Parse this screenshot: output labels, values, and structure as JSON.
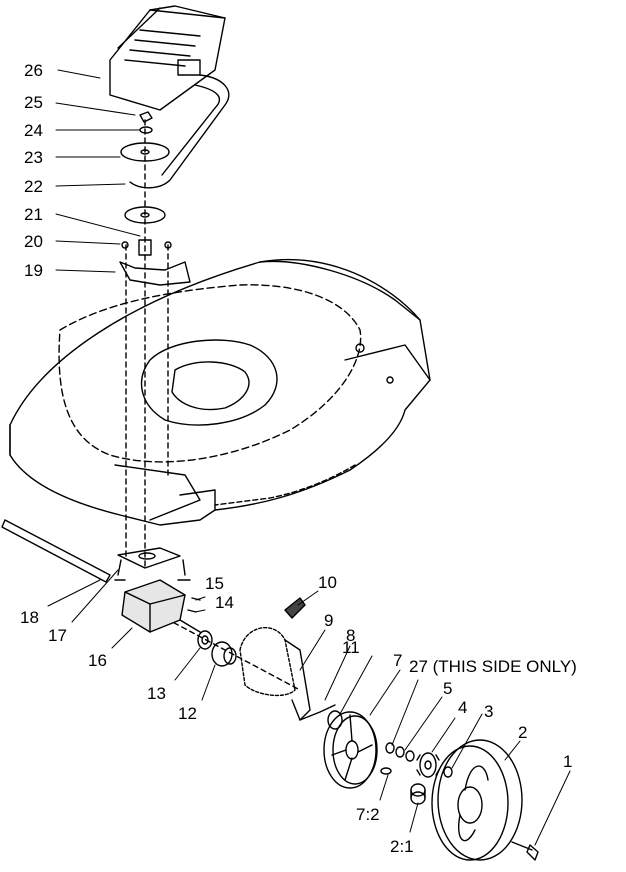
{
  "callouts": [
    {
      "id": "26",
      "text": "26"
    },
    {
      "id": "25",
      "text": "25"
    },
    {
      "id": "24",
      "text": "24"
    },
    {
      "id": "23",
      "text": "23"
    },
    {
      "id": "22",
      "text": "22"
    },
    {
      "id": "21",
      "text": "21"
    },
    {
      "id": "20",
      "text": "20"
    },
    {
      "id": "19",
      "text": "19"
    },
    {
      "id": "18",
      "text": "18"
    },
    {
      "id": "17",
      "text": "17"
    },
    {
      "id": "16",
      "text": "16"
    },
    {
      "id": "15",
      "text": "15"
    },
    {
      "id": "14",
      "text": "14"
    },
    {
      "id": "13",
      "text": "13"
    },
    {
      "id": "12",
      "text": "12"
    },
    {
      "id": "11",
      "text": "11"
    },
    {
      "id": "10",
      "text": "10"
    },
    {
      "id": "9",
      "text": "9"
    },
    {
      "id": "8",
      "text": "8"
    },
    {
      "id": "7",
      "text": "7"
    },
    {
      "id": "27",
      "text": "27 (THIS SIDE ONLY)"
    },
    {
      "id": "5",
      "text": "5"
    },
    {
      "id": "4",
      "text": "4"
    },
    {
      "id": "3",
      "text": "3"
    },
    {
      "id": "2",
      "text": "2"
    },
    {
      "id": "1",
      "text": "1"
    },
    {
      "id": "7_2",
      "text": "7:2"
    },
    {
      "id": "2_1",
      "text": "2:1"
    }
  ]
}
